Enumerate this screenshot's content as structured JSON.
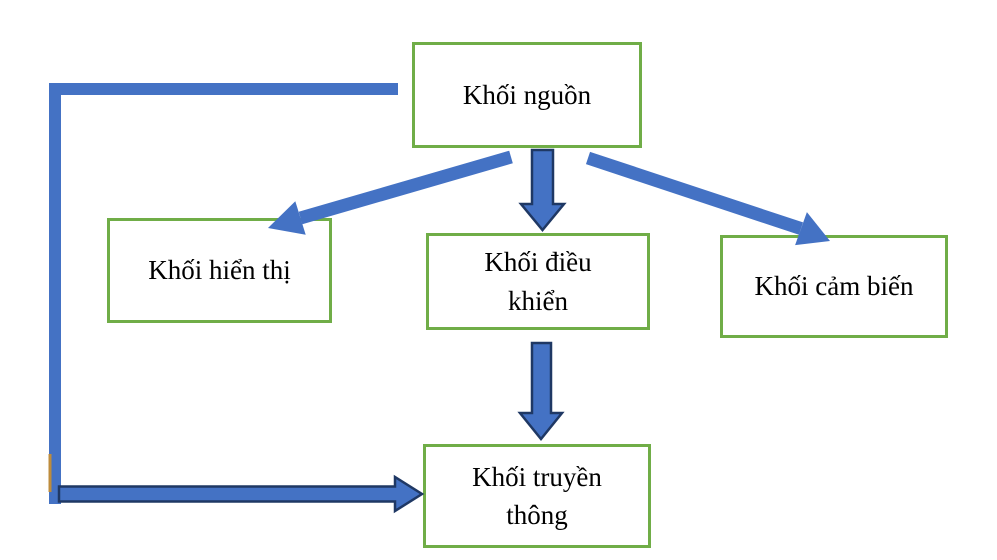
{
  "diagram": {
    "title": "Block diagram (system function blocks)",
    "blocks": [
      {
        "id": "power",
        "label": "Khối nguồn"
      },
      {
        "id": "display",
        "label": "Khối hiển thị"
      },
      {
        "id": "control",
        "label": "Khối điều\nkhiển"
      },
      {
        "id": "sensor",
        "label": "Khối cảm biến"
      },
      {
        "id": "comms",
        "label": "Khối truyền\nthông"
      }
    ],
    "connections": [
      {
        "from": "power",
        "to": "display",
        "style": "plain-arrow"
      },
      {
        "from": "power",
        "to": "control",
        "style": "outlined-arrow"
      },
      {
        "from": "power",
        "to": "sensor",
        "style": "plain-arrow"
      },
      {
        "from": "control",
        "to": "comms",
        "style": "outlined-arrow"
      },
      {
        "from": "power",
        "to": "comms",
        "style": "elbow-line-with-outlined-arrow"
      }
    ],
    "colors": {
      "arrow_fill": "#4472C4",
      "arrow_outline": "#1F3864",
      "box_border": "#70AD47",
      "box_background": "#FFFFFF",
      "text": "#000000",
      "accent_mark": "#BE8C3C",
      "canvas_background": "#FFFFFF"
    }
  }
}
